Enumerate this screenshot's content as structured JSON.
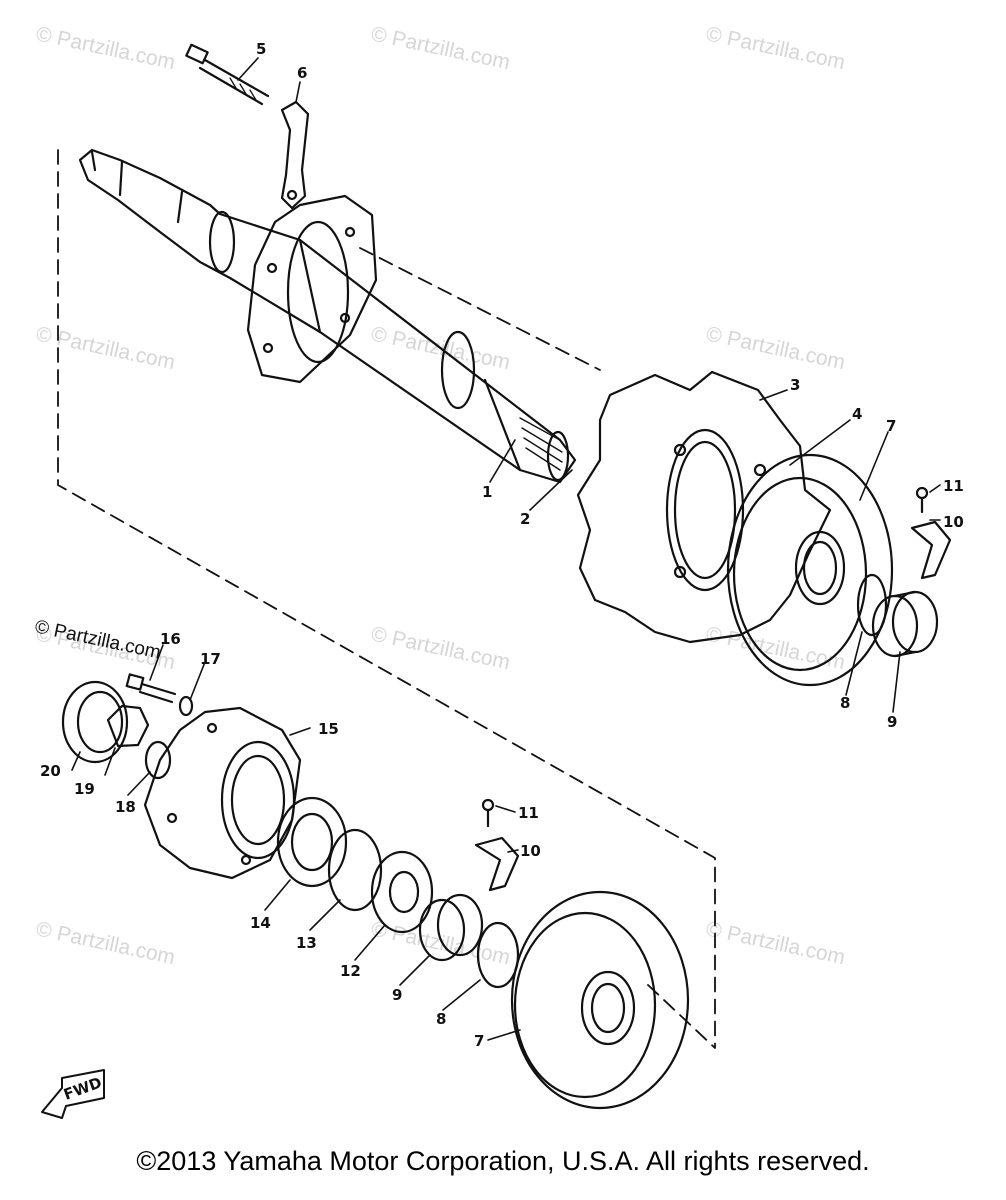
{
  "watermarks": [
    "© Partzilla.com",
    "© Partzilla.com",
    "© Partzilla.com",
    "© Partzilla.com",
    "© Partzilla.com",
    "© Partzilla.com",
    "© Partzilla.com",
    "© Partzilla.com",
    "© Partzilla.com",
    "© Partzilla.com",
    "© Partzilla.com",
    "© Partzilla.com"
  ],
  "dark_watermark": "© Partzilla.com",
  "callouts": {
    "c1": "1",
    "c2": "2",
    "c3": "3",
    "c4": "4",
    "c5": "5",
    "c6": "6",
    "c7a": "7",
    "c7b": "7",
    "c8a": "8",
    "c8b": "8",
    "c9a": "9",
    "c9b": "9",
    "c10a": "10",
    "c10b": "10",
    "c11a": "11",
    "c11b": "11",
    "c12": "12",
    "c13": "13",
    "c14": "14",
    "c15": "15",
    "c16": "16",
    "c17": "17",
    "c18": "18",
    "c19": "19",
    "c20": "20"
  },
  "fwd_label": "FWD",
  "copyright": "©2013 Yamaha Motor Corporation, U.S.A. All rights reserved.",
  "colors": {
    "line": "#111111",
    "watermark": "#d6d6d6"
  }
}
